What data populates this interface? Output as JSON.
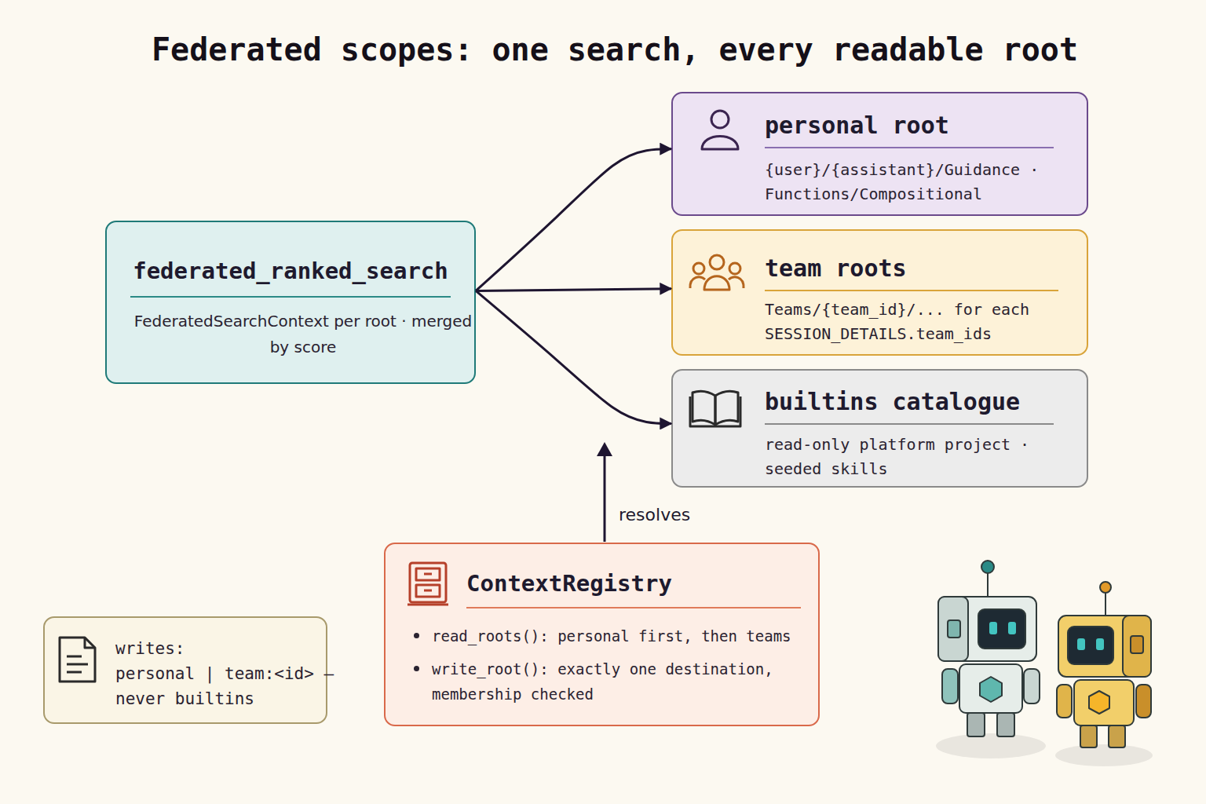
{
  "diagram": {
    "title": "Federated scopes: one search, every readable root",
    "nodes": [
      {
        "text": [
          "federated_ranked_search",
          "FederatedSearchContext per root · merged by score"
        ]
      },
      {
        "text": [
          "personal root",
          "{user}/{assistant}/Guidance · Functions/Compositional"
        ]
      },
      {
        "text": [
          "team roots",
          "Teams/{team_id}/... for each SESSION_DETAILS.team_ids"
        ]
      },
      {
        "text": [
          "builtins catalogue",
          "read-only platform project · seeded skills"
        ]
      },
      {
        "text": [
          "ContextRegistry",
          "read_roots(): personal first, then teams",
          "write_root(): exactly one destination, membership checked"
        ]
      },
      {
        "text": [
          "writes:",
          "personal | team:<id> — never builtins"
        ]
      }
    ],
    "edges": [
      {
        "from": 0,
        "to": 1,
        "arrow": "to"
      },
      {
        "from": 0,
        "to": 2,
        "arrow": "to"
      },
      {
        "from": 0,
        "to": 3,
        "arrow": "to"
      }
    ],
    "labels": [
      "resolves"
    ]
  }
}
